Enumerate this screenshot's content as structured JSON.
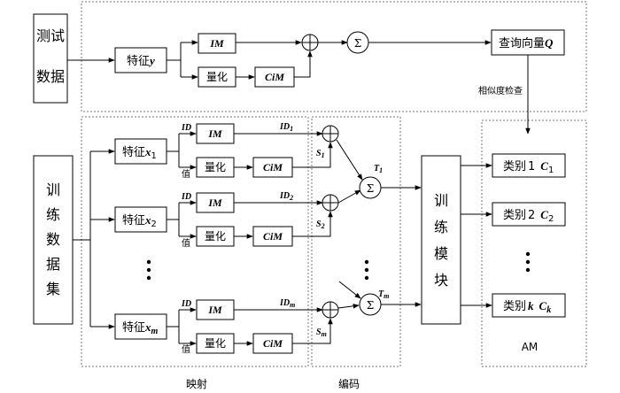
{
  "test_data": {
    "line1": "测试",
    "line2": "数据"
  },
  "train_data": {
    "chars": [
      "训",
      "练",
      "数",
      "据",
      "集"
    ]
  },
  "test_row": {
    "feature": "特征",
    "var": "y",
    "im": "IM",
    "quant": "量化",
    "cim": "CiM",
    "sum": "Σ"
  },
  "query": {
    "label": "查询向量",
    "var": "Q"
  },
  "similarity_check": "相似度检查",
  "train_rows": [
    {
      "feature": "特征",
      "var": "x",
      "sub": "1",
      "id": "ID",
      "val": "值",
      "im": "IM",
      "quant": "量化",
      "cim": "CiM",
      "idn": "ID",
      "idn_sub": "1",
      "s": "S",
      "s_sub": "1"
    },
    {
      "feature": "特征",
      "var": "x",
      "sub": "2",
      "id": "ID",
      "val": "值",
      "im": "IM",
      "quant": "量化",
      "cim": "CiM",
      "idn": "ID",
      "idn_sub": "2",
      "s": "S",
      "s_sub": "2"
    },
    {
      "feature": "特征",
      "var": "x",
      "sub": "m",
      "id": "ID",
      "val": "值",
      "im": "IM",
      "quant": "量化",
      "cim": "CiM",
      "idn": "ID",
      "idn_sub": "m",
      "s": "S",
      "s_sub": "m"
    }
  ],
  "sums": [
    {
      "sym": "Σ",
      "t": "T",
      "t_sub": "1"
    },
    {
      "sym": "Σ",
      "t": "T",
      "t_sub": "m"
    }
  ],
  "train_module": {
    "chars": [
      "训",
      "练",
      "模",
      "块"
    ]
  },
  "classes": [
    {
      "label": "类别",
      "num": "1",
      "c": "C",
      "c_sub": "1"
    },
    {
      "label": "类别",
      "num": "2",
      "c": "C",
      "c_sub": "2"
    },
    {
      "label": "类别",
      "num": "k",
      "c": "C",
      "c_sub": "k"
    }
  ],
  "am_label": "AM",
  "mapping_label": "映射",
  "encoding_label": "编码"
}
